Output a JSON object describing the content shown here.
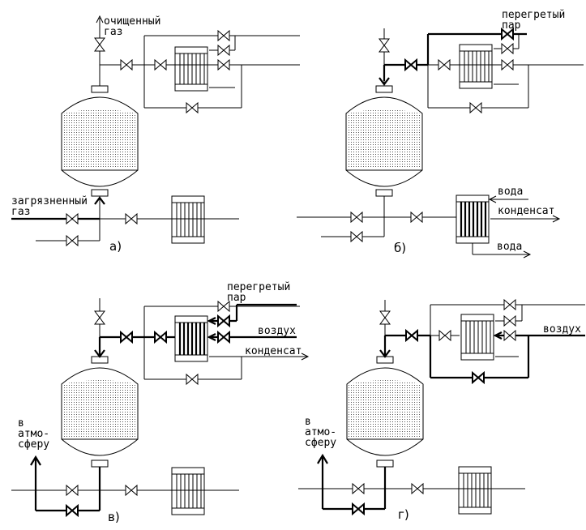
{
  "panels": [
    {
      "id": "a",
      "caption": "а)",
      "labels": {
        "purified_gas": "очищенный\nгаз",
        "dirty_gas": "загрязненный\nгаз"
      }
    },
    {
      "id": "b",
      "caption": "б)",
      "labels": {
        "superheated_steam": "перегретый\nпар",
        "water_in": "вода",
        "condensate": "конденсат",
        "water_out": "вода"
      }
    },
    {
      "id": "v",
      "caption": "в)",
      "labels": {
        "superheated_steam": "перегретый\nпар",
        "air": "воздух",
        "condensate": "конденсат",
        "atmosphere": "в\nатмо-\nсферу"
      }
    },
    {
      "id": "g",
      "caption": "г)",
      "labels": {
        "air": "воздух",
        "atmosphere": "в\nатмо-\nсферу"
      }
    }
  ],
  "colors": {
    "line": "#000000",
    "packing_dot": "#666666",
    "background": "#ffffff"
  }
}
